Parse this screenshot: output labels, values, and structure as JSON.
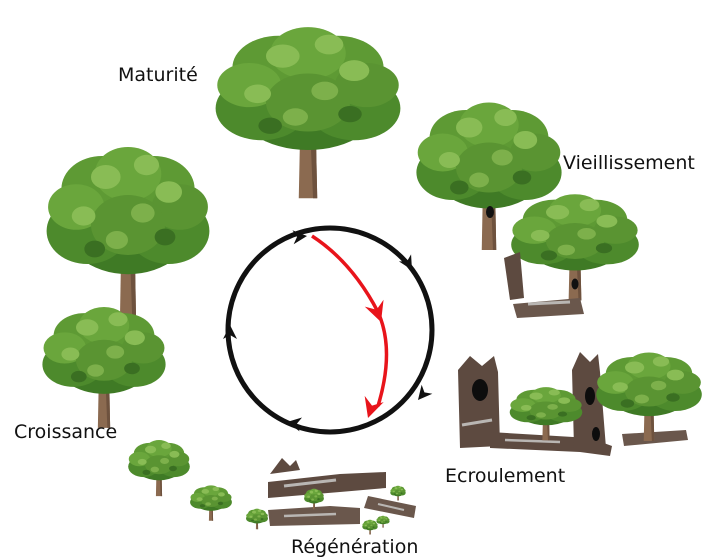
{
  "stages": {
    "maturite": "Maturité",
    "vieillissement": "Vieillissement",
    "croissance": "Croissance",
    "ecroulement": "Ecroulement",
    "regeneration": "Régénération"
  },
  "colors": {
    "cycle_ring": "#111111",
    "shortcut_arrow": "#e8141b",
    "foliage_dark": "#3f7a25",
    "foliage_mid": "#5e9a34",
    "foliage_light": "#89bc55",
    "trunk": "#8b6a50",
    "trunk_dark": "#5e4636",
    "deadwood": "#5d4a40",
    "deadwood_light": "#b9b6b3",
    "cavity": "#0d0d0d"
  },
  "icons": {
    "ring": "cycle-ring",
    "ring_arrows": "arrowhead-icon",
    "shortcut": "red-shortcut-arrow-icon",
    "trees": "tree-icon",
    "dead_wood": "dead-wood-icon"
  }
}
